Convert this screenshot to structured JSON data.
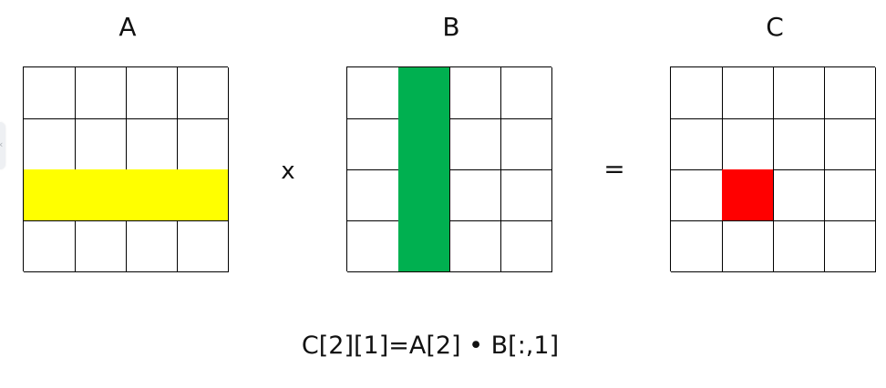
{
  "matrices": [
    {
      "name": "A",
      "rows": 4,
      "cols": 4,
      "highlight": {
        "type": "row",
        "index": 2,
        "color": "#ffff00"
      }
    },
    {
      "name": "B",
      "rows": 4,
      "cols": 4,
      "highlight": {
        "type": "column",
        "index": 1,
        "color": "#00b050"
      }
    },
    {
      "name": "C",
      "rows": 4,
      "cols": 4,
      "highlight": {
        "type": "cell",
        "row": 2,
        "col": 1,
        "color": "#ff0000"
      }
    }
  ],
  "operators": {
    "multiply": "x",
    "equals": "="
  },
  "formula": "C[2][1]=A[2] • B[:,1]",
  "side_tab_icon": "chevron-left-icon"
}
